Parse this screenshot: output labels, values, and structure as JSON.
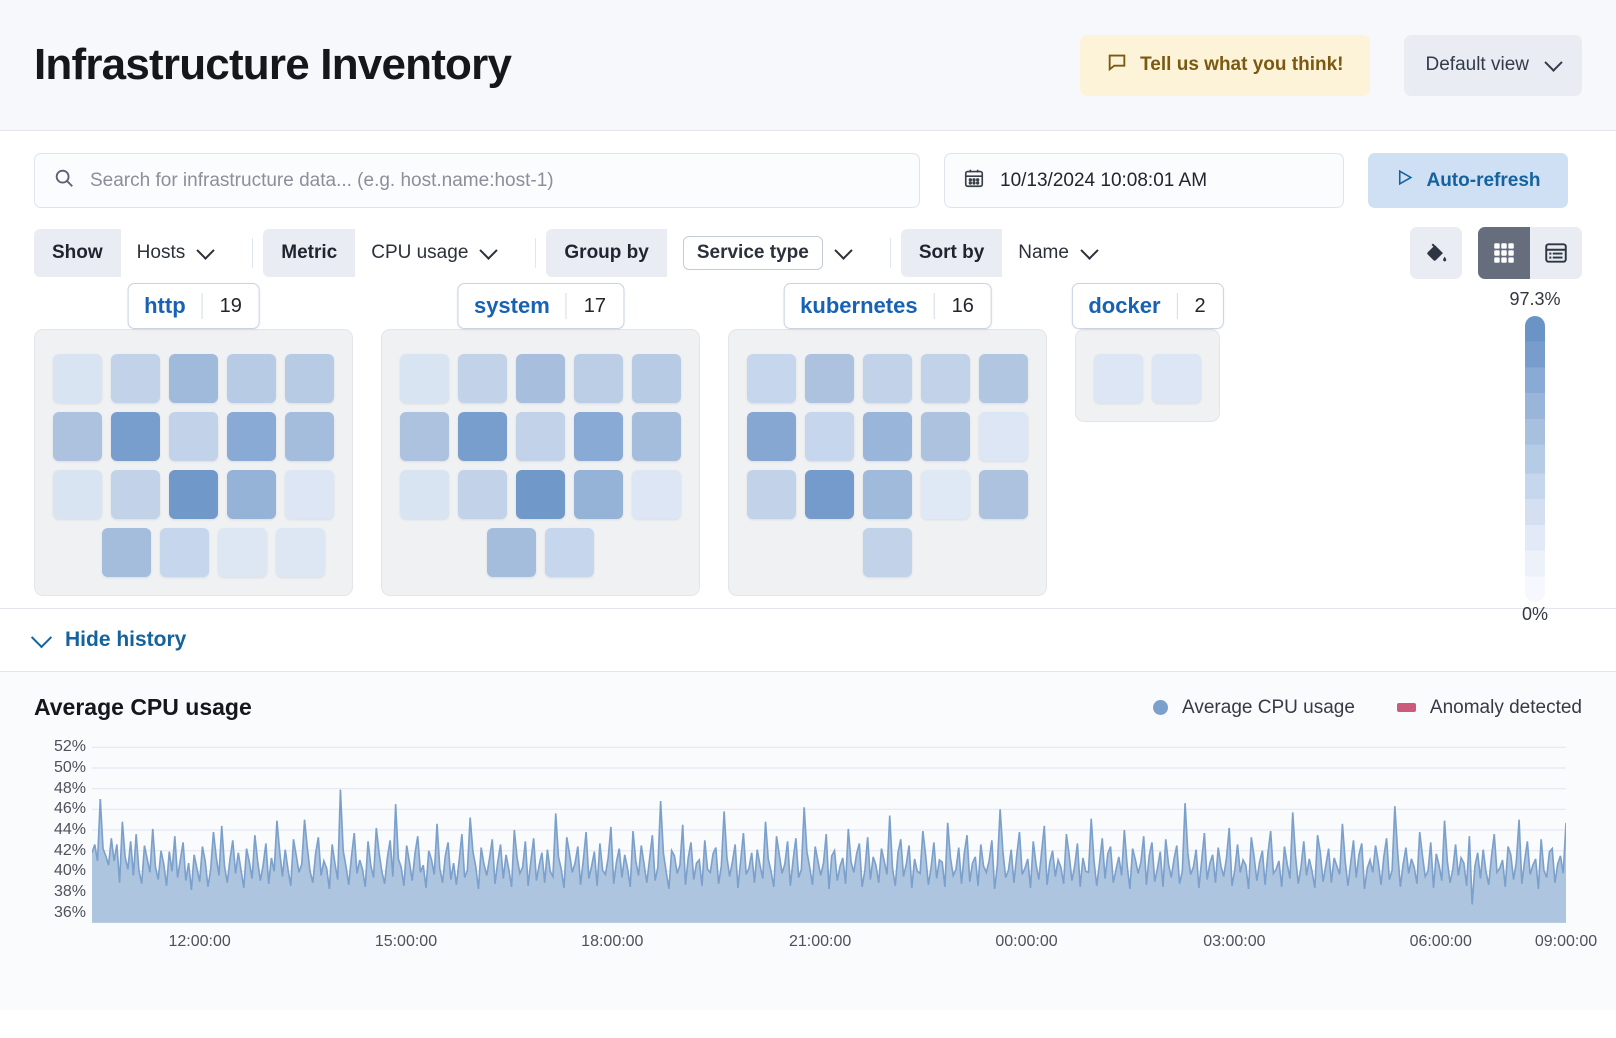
{
  "header": {
    "title": "Infrastructure Inventory",
    "feedback_label": "Tell us what you think!",
    "feedback_icon": "comment-icon",
    "view_label": "Default view",
    "view_chevron_icon": "chevron-down-icon"
  },
  "search": {
    "placeholder": "Search for infrastructure data... (e.g. host.name:host-1)",
    "value": "",
    "icon": "search-icon",
    "date_value": "10/13/2024 10:08:01 AM",
    "date_icon": "calendar-icon",
    "refresh_label": "Auto-refresh",
    "refresh_icon": "play-icon"
  },
  "filters": [
    {
      "label": "Show",
      "value": "Hosts",
      "boxed": false,
      "icon": "chevron-down-icon"
    },
    {
      "label": "Metric",
      "value": "CPU usage",
      "boxed": false,
      "icon": "chevron-down-icon"
    },
    {
      "label": "Group by",
      "value": "Service type",
      "boxed": true,
      "icon": "chevron-down-icon"
    },
    {
      "label": "Sort by",
      "value": "Name",
      "boxed": false,
      "icon": "chevron-down-icon"
    }
  ],
  "toolbar": {
    "palette_icon": "paint-bucket-icon",
    "grid_view_icon": "grid-view-icon",
    "table_view_icon": "table-view-icon",
    "active_view": "grid"
  },
  "heatmap": {
    "legend_max": "97.3%",
    "legend_min": "0%",
    "metric": "CPU usage",
    "groups": [
      {
        "name": "http",
        "count": "19",
        "rows": [
          {
            "align": "start",
            "values": [
              0.18,
              0.33,
              0.5,
              0.38,
              0.38
            ]
          },
          {
            "align": "start",
            "values": [
              0.45,
              0.68,
              0.33,
              0.6,
              0.48
            ]
          },
          {
            "align": "start",
            "values": [
              0.18,
              0.33,
              0.72,
              0.55,
              0.16
            ]
          },
          {
            "align": "indent",
            "values": [
              0.48,
              0.3,
              0.15,
              0.15
            ]
          }
        ]
      },
      {
        "name": "system",
        "count": "17",
        "rows": [
          {
            "align": "start",
            "values": [
              0.18,
              0.33,
              0.47,
              0.36,
              0.38
            ]
          },
          {
            "align": "start",
            "values": [
              0.45,
              0.68,
              0.33,
              0.6,
              0.48
            ]
          },
          {
            "align": "start",
            "values": [
              0.18,
              0.33,
              0.72,
              0.55,
              0.16
            ]
          },
          {
            "align": "center",
            "values": [
              0.48,
              0.3
            ]
          }
        ]
      },
      {
        "name": "kubernetes",
        "count": "16",
        "rows": [
          {
            "align": "start",
            "values": [
              0.3,
              0.45,
              0.33,
              0.33,
              0.42
            ]
          },
          {
            "align": "start",
            "values": [
              0.62,
              0.3,
              0.53,
              0.45,
              0.16
            ]
          },
          {
            "align": "start",
            "values": [
              0.33,
              0.7,
              0.5,
              0.14,
              0.45
            ]
          },
          {
            "align": "center",
            "values": [
              0.33
            ]
          }
        ]
      },
      {
        "name": "docker",
        "count": "2",
        "rows": [
          {
            "align": "center",
            "values": [
              0.16,
              0.16
            ]
          }
        ]
      }
    ]
  },
  "history": {
    "toggle_label": "Hide history",
    "toggle_icon": "chevron-down-icon"
  },
  "chart_data": {
    "type": "area",
    "title": "Average CPU usage",
    "xlabel": "",
    "ylabel": "",
    "grid": true,
    "legend_position": "top-right",
    "legend": [
      {
        "name": "Average CPU usage",
        "color": "#7ba0cc",
        "marker": "dot"
      },
      {
        "name": "Anomaly detected",
        "color": "#cc5a7d",
        "marker": "bar"
      }
    ],
    "ylim": [
      35,
      53
    ],
    "yticks": [
      "52%",
      "50%",
      "48%",
      "46%",
      "44%",
      "42%",
      "40%",
      "38%",
      "36%"
    ],
    "ytick_values": [
      52,
      50,
      48,
      46,
      44,
      42,
      40,
      38,
      36
    ],
    "xticks": [
      "12:00:00",
      "15:00:00",
      "18:00:00",
      "21:00:00",
      "00:00:00",
      "03:00:00",
      "06:00:00",
      "09:00:00"
    ],
    "xtick_positions": [
      0.073,
      0.213,
      0.353,
      0.494,
      0.634,
      0.775,
      0.915,
      1.0
    ],
    "series": [
      {
        "name": "Average CPU usage",
        "color": "#7ba0cc",
        "fill": "#aac2de",
        "values": [
          41.8,
          42.6,
          41.0,
          47.0,
          42.2,
          41.5,
          40.6,
          43.2,
          41.0,
          42.6,
          38.9,
          44.8,
          41.4,
          40.2,
          42.9,
          39.6,
          43.6,
          40.1,
          38.8,
          42.5,
          41.2,
          39.9,
          44.1,
          40.4,
          39.2,
          42.0,
          40.7,
          38.6,
          41.9,
          40.0,
          43.4,
          39.4,
          41.1,
          42.8,
          39.1,
          40.8,
          38.2,
          41.6,
          40.3,
          39.0,
          42.4,
          41.0,
          38.5,
          40.2,
          43.8,
          41.4,
          39.6,
          44.4,
          40.5,
          38.9,
          41.2,
          43.0,
          39.8,
          41.8,
          40.1,
          38.4,
          42.2,
          40.9,
          39.3,
          43.5,
          41.0,
          39.1,
          40.6,
          42.7,
          38.8,
          41.3,
          40.0,
          44.9,
          41.9,
          39.5,
          42.1,
          40.2,
          38.6,
          43.1,
          41.5,
          39.9,
          40.7,
          45.0,
          42.3,
          40.0,
          38.9,
          41.7,
          43.3,
          39.6,
          41.0,
          40.3,
          38.3,
          42.6,
          40.8,
          39.2,
          47.9,
          42.0,
          40.5,
          38.7,
          41.4,
          43.7,
          39.8,
          41.1,
          40.2,
          38.5,
          42.9,
          40.6,
          39.4,
          44.2,
          41.8,
          40.0,
          38.8,
          41.3,
          43.0,
          39.5,
          46.5,
          41.2,
          40.4,
          38.6,
          42.5,
          40.9,
          39.1,
          41.7,
          43.4,
          39.9,
          40.6,
          38.4,
          42.0,
          41.1,
          39.7,
          44.6,
          40.3,
          38.9,
          41.5,
          42.8,
          39.2,
          40.8,
          38.7,
          41.0,
          43.6,
          39.4,
          40.1,
          45.2,
          41.9,
          40.5,
          38.3,
          42.3,
          40.7,
          39.6,
          41.2,
          43.1,
          38.8,
          40.9,
          42.6,
          39.3,
          41.6,
          40.2,
          38.5,
          44.0,
          41.3,
          39.8,
          40.4,
          42.9,
          38.6,
          41.0,
          43.2,
          39.1,
          40.6,
          41.8,
          38.9,
          42.1,
          40.0,
          39.5,
          45.6,
          41.4,
          40.2,
          38.4,
          43.3,
          41.7,
          39.9,
          40.8,
          42.4,
          38.7,
          41.1,
          43.8,
          39.3,
          40.5,
          41.9,
          38.6,
          42.7,
          40.1,
          39.7,
          41.3,
          44.3,
          38.8,
          40.9,
          42.2,
          39.4,
          41.6,
          40.3,
          38.5,
          43.9,
          41.0,
          39.6,
          42.5,
          40.7,
          38.9,
          41.2,
          43.5,
          39.1,
          40.4,
          46.8,
          41.8,
          40.0,
          38.3,
          42.0,
          41.5,
          39.8,
          40.6,
          44.5,
          38.7,
          41.3,
          42.8,
          39.2,
          40.8,
          41.1,
          38.6,
          43.0,
          40.2,
          39.9,
          41.7,
          42.3,
          38.8,
          40.5,
          45.8,
          41.4,
          39.5,
          40.9,
          42.6,
          38.4,
          41.0,
          43.7,
          39.7,
          40.3,
          41.8,
          38.9,
          42.1,
          40.6,
          39.3,
          44.8,
          41.2,
          40.0,
          38.5,
          43.4,
          41.6,
          39.8,
          40.7,
          42.9,
          38.6,
          41.1,
          43.2,
          39.4,
          40.2,
          46.2,
          41.9,
          40.4,
          38.7,
          42.4,
          41.0,
          39.6,
          40.8,
          43.6,
          38.3,
          41.5,
          42.0,
          39.1,
          40.5,
          41.3,
          38.8,
          44.1,
          40.9,
          39.9,
          41.7,
          42.7,
          38.5,
          40.1,
          43.3,
          39.2,
          41.4,
          40.6,
          38.9,
          42.2,
          41.0,
          39.7,
          45.4,
          40.3,
          38.6,
          41.8,
          43.1,
          39.5,
          40.7,
          42.5,
          38.4,
          41.2,
          40.0,
          39.8,
          43.9,
          41.6,
          38.7,
          40.4,
          42.8,
          39.3,
          41.1,
          40.9,
          38.5,
          44.7,
          41.3,
          39.6,
          40.2,
          42.3,
          38.8,
          41.7,
          43.5,
          39.0,
          40.8,
          41.4,
          38.6,
          42.6,
          40.5,
          39.9,
          41.0,
          43.0,
          38.3,
          40.6,
          46.0,
          41.9,
          39.4,
          40.1,
          42.1,
          38.9,
          41.5,
          43.8,
          39.7,
          40.3,
          41.2,
          38.4,
          42.9,
          40.7,
          39.2,
          41.8,
          44.4,
          38.7,
          40.9,
          42.0,
          39.5,
          41.1,
          40.4,
          38.8,
          43.6,
          41.6,
          39.1,
          40.5,
          42.7,
          38.5,
          41.3,
          40.0,
          39.9,
          45.1,
          41.0,
          38.6,
          40.8,
          43.2,
          39.3,
          41.7,
          42.4,
          38.9,
          40.2,
          41.4,
          39.6,
          44.0,
          40.6,
          38.3,
          42.2,
          41.1,
          39.8,
          40.9,
          43.4,
          38.7,
          41.5,
          42.8,
          39.0,
          40.3,
          41.9,
          38.5,
          43.1,
          40.7,
          39.4,
          41.2,
          42.5,
          38.8,
          40.0,
          46.6,
          41.8,
          39.7,
          40.4,
          42.1,
          38.4,
          41.0,
          43.7,
          39.2,
          40.8,
          41.6,
          38.9,
          42.3,
          40.5,
          39.5,
          41.3,
          44.2,
          38.6,
          40.1,
          42.6,
          39.9,
          41.1,
          40.6,
          38.3,
          43.3,
          41.4,
          39.1,
          40.9,
          42.0,
          38.7,
          41.7,
          43.9,
          39.8,
          40.2,
          41.0,
          38.5,
          42.4,
          40.7,
          39.3,
          45.7,
          41.5,
          38.8,
          40.4,
          42.9,
          39.6,
          41.2,
          40.0,
          38.4,
          43.5,
          41.8,
          39.0,
          40.6,
          42.2,
          38.9,
          41.3,
          40.5,
          39.7,
          44.6,
          41.0,
          38.6,
          40.8,
          43.0,
          39.4,
          41.6,
          42.7,
          38.3,
          40.3,
          41.1,
          39.9,
          42.5,
          40.9,
          38.7,
          41.4,
          43.2,
          39.2,
          40.1,
          46.3,
          41.9,
          38.5,
          40.7,
          42.3,
          39.8,
          41.2,
          40.4,
          38.8,
          43.8,
          41.5,
          39.5,
          40.0,
          42.8,
          38.4,
          41.7,
          40.6,
          39.1,
          44.9,
          41.0,
          38.9,
          40.2,
          42.6,
          39.6,
          41.3,
          40.8,
          38.6,
          43.4,
          36.8,
          40.5,
          41.8,
          39.3,
          42.1,
          40.0,
          38.7,
          41.4,
          43.6,
          39.9,
          40.3,
          41.1,
          38.5,
          42.4,
          41.6,
          39.2,
          40.9,
          45.0,
          38.8,
          41.0,
          42.9,
          39.7,
          40.6,
          41.2,
          38.3,
          43.1,
          40.1,
          39.4,
          41.9,
          42.2,
          38.9,
          40.7,
          41.5,
          39.8,
          44.7
        ]
      }
    ]
  }
}
